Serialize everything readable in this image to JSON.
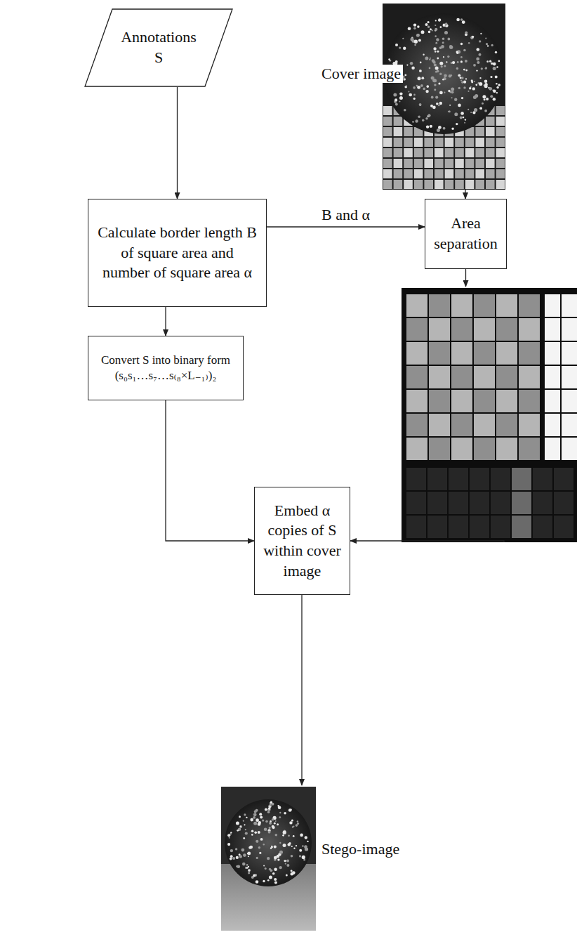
{
  "diagram": {
    "nodes": [
      {
        "text": [
          "Annotations S"
        ]
      },
      {
        "text": [
          "Calculate border length B of square area and number of square area α"
        ]
      },
      {
        "text": [
          "Area separation"
        ]
      },
      {
        "text": [
          "Convert S into binary form",
          "(s₀s₁…s₇…s₍₈×L₋₁₎)₂"
        ]
      },
      {
        "text": [
          "Embed α copies of S within cover image"
        ]
      }
    ],
    "edges": [
      {
        "from": 0,
        "to": 1,
        "arrow": "to"
      },
      {
        "from": 1,
        "to": 2,
        "label": "B and α",
        "arrow": "to"
      },
      {
        "from": 1,
        "to": 3,
        "arrow": "to"
      },
      {
        "from": 3,
        "to": 4,
        "arrow": "to"
      },
      {
        "from": 2,
        "to": 4,
        "arrow": "to"
      }
    ],
    "labels": [
      "Cover image",
      "Stego-image"
    ]
  }
}
